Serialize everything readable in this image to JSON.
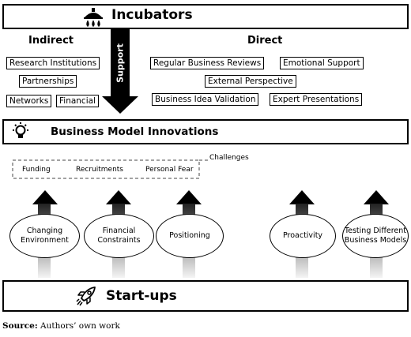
{
  "incubators": {
    "title": "Incubators",
    "icon": "shower-icon"
  },
  "support_label": "Support",
  "indirect": {
    "header": "Indirect",
    "items": [
      "Research Institutions",
      "Partnerships",
      "Networks",
      "Financial"
    ]
  },
  "direct": {
    "header": "Direct",
    "items": [
      "Regular Business Reviews",
      "Emotional Support",
      "External Perspective",
      "Business Idea Validation",
      "Expert Presentations"
    ]
  },
  "bmi": {
    "title": "Business Model Innovations",
    "icon": "lightbulb-icon"
  },
  "challenges": {
    "label": "Challenges",
    "items": [
      "Funding",
      "Recruitments",
      "Personal Fear"
    ]
  },
  "drivers": [
    {
      "line1": "Changing",
      "line2": "Environment"
    },
    {
      "line1": "Financial",
      "line2": "Constraints"
    },
    {
      "line1": "Positioning",
      "line2": ""
    },
    {
      "line1": "Proactivity",
      "line2": ""
    },
    {
      "line1": "Testing Different",
      "line2": "Business Models"
    }
  ],
  "startups": {
    "title": "Start-ups",
    "icon": "rocket-icon"
  },
  "source": {
    "label": "Source:",
    "text": " Authors’ own work"
  }
}
